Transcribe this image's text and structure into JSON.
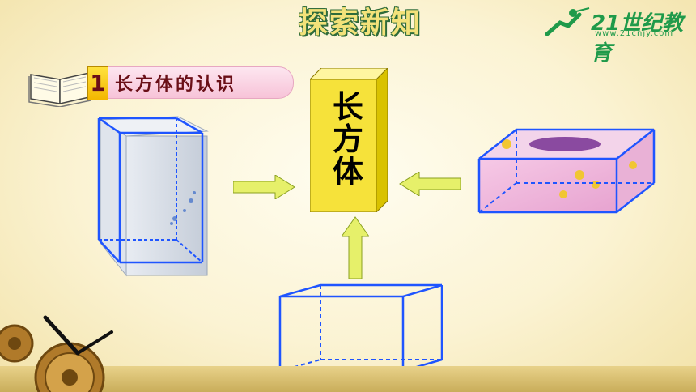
{
  "header": {
    "title": "探索新知"
  },
  "logo": {
    "main": "21世纪教育",
    "sub": "www.21cnjy.com"
  },
  "section": {
    "number": "1",
    "label": "长方体的认识"
  },
  "center": {
    "lines": [
      "长",
      "方",
      "体"
    ]
  },
  "colors": {
    "accent_yellow": "#f6e23a",
    "arrow_green": "#e6f06a",
    "edge_blue": "#1f55ff"
  }
}
